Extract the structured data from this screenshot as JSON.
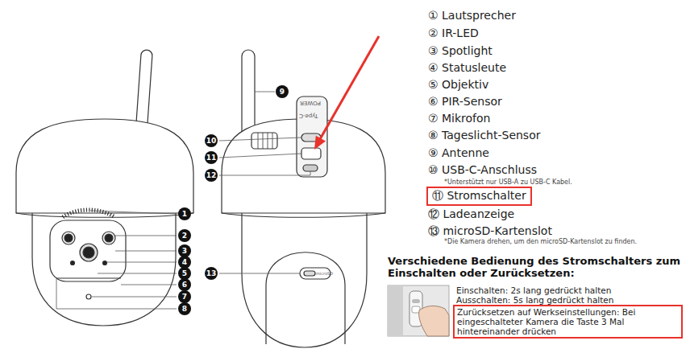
{
  "diagram": {
    "nodes": [
      {
        "text": [
          "⑪ Stromschalter"
        ]
      },
      {
        "text": [
          "Zurücksetzen auf Werkseinstellungen: Bei eingeschalteter Kamera die Taste 3 Mal hintereinander drücken"
        ]
      }
    ],
    "labels": [
      "1",
      "2",
      "3",
      "4",
      "5",
      "6",
      "7",
      "8",
      "9",
      "10",
      "11",
      "12",
      "13",
      "POWER",
      "Type-C",
      "microSD",
      "① Lautsprecher",
      "② IR-LED",
      "③ Spotlight",
      "④ Statusleute",
      "⑤ Objektiv",
      "⑥ PIR-Sensor",
      "⑦ Mikrofon",
      "⑧ Tageslicht-Sensor",
      "⑨ Antenne",
      "⑩ USB-C-Anschluss",
      "*Unterstützt nur USB-A zu USB-C Kabel.",
      "⑫ Ladeanzeige",
      "⑬ microSD-Kartenslot",
      "*Die Kamera drehen, um den microSD-Kartenslot zu finden.",
      "Verschiedene Bedienung des Stromschalters zum Einschalten oder Zurücksetzen:",
      "Einschalten: 2s lang gedrückt halten",
      "Ausschalten: 5s lang gedrückt halten"
    ]
  }
}
